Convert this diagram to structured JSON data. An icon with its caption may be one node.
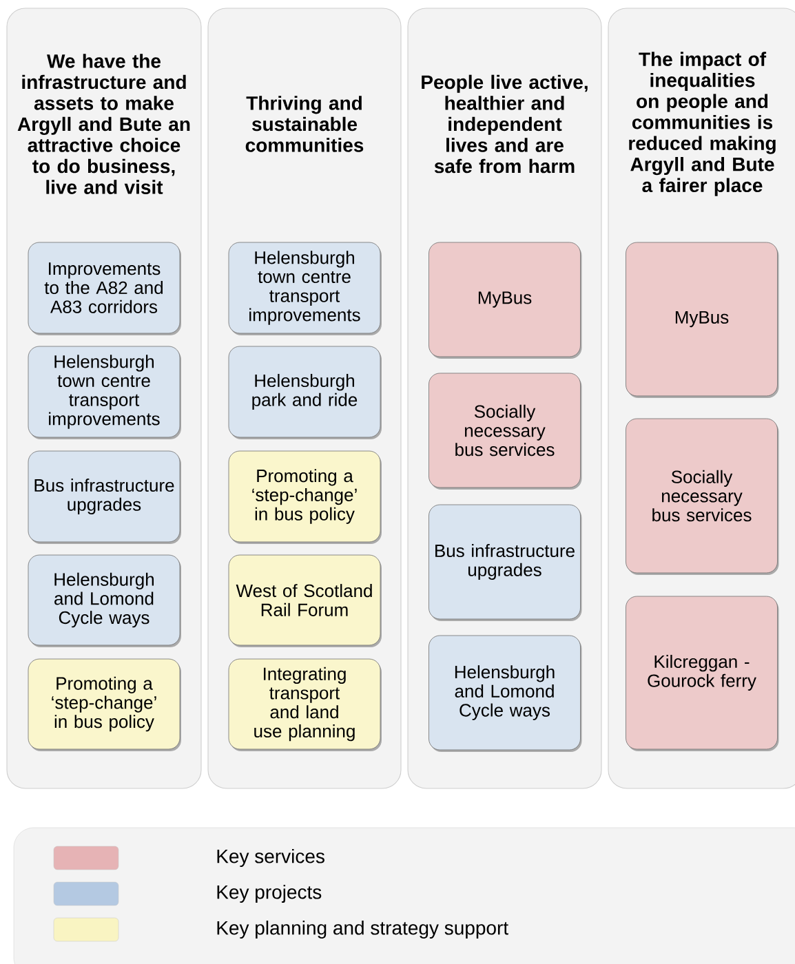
{
  "diagram": {
    "nodes": [
      {
        "text": [
          "We have the infrastructure and assets to make Argyll and Bute an attractive choice to do business, live and visit"
        ]
      },
      {
        "text": [
          "Improvements to the A82 and A83 corridors"
        ],
        "in": 0
      },
      {
        "text": [
          "Helensburgh town centre transport improvements"
        ],
        "in": 0
      },
      {
        "text": [
          "Bus infrastructure upgrades"
        ],
        "in": 0
      },
      {
        "text": [
          "Helensburgh and Lomond Cycle ways"
        ],
        "in": 0
      },
      {
        "text": [
          "Promoting a ‘step-change’ in bus policy"
        ],
        "in": 0
      },
      {
        "text": [
          "Thriving and sustainable communities"
        ]
      },
      {
        "text": [
          "Helensburgh town centre transport improvements"
        ],
        "in": 6
      },
      {
        "text": [
          "Helensburgh park and ride"
        ],
        "in": 6
      },
      {
        "text": [
          "Promoting a ‘step-change’ in bus policy"
        ],
        "in": 6
      },
      {
        "text": [
          "West of Scotland Rail Forum"
        ],
        "in": 6
      },
      {
        "text": [
          "Integrating transport and land use planning"
        ],
        "in": 6
      },
      {
        "text": [
          "People live active, healthier and independent lives and are safe from harm"
        ]
      },
      {
        "text": [
          "MyBus"
        ],
        "in": 12
      },
      {
        "text": [
          "Socially necessary bus services"
        ],
        "in": 12
      },
      {
        "text": [
          "Bus infrastructure upgrades"
        ],
        "in": 12
      },
      {
        "text": [
          "Helensburgh and Lomond Cycle ways"
        ],
        "in": 12
      },
      {
        "text": [
          "The impact of inequalities on people and communities is reduced making Argyll and Bute a fairer place"
        ]
      },
      {
        "text": [
          "MyBus"
        ],
        "in": 17
      },
      {
        "text": [
          "Socially necessary bus services"
        ],
        "in": 17
      },
      {
        "text": [
          "Kilcreggan - Gourock ferry"
        ],
        "in": 17
      }
    ],
    "legend": [
      {
        "text": "Key services",
        "color": "#e6b3b5"
      },
      {
        "text": "Key projects",
        "color": "#b4c9e2"
      },
      {
        "text": "Key planning and strategy support",
        "color": "#f9f4c2"
      }
    ]
  }
}
